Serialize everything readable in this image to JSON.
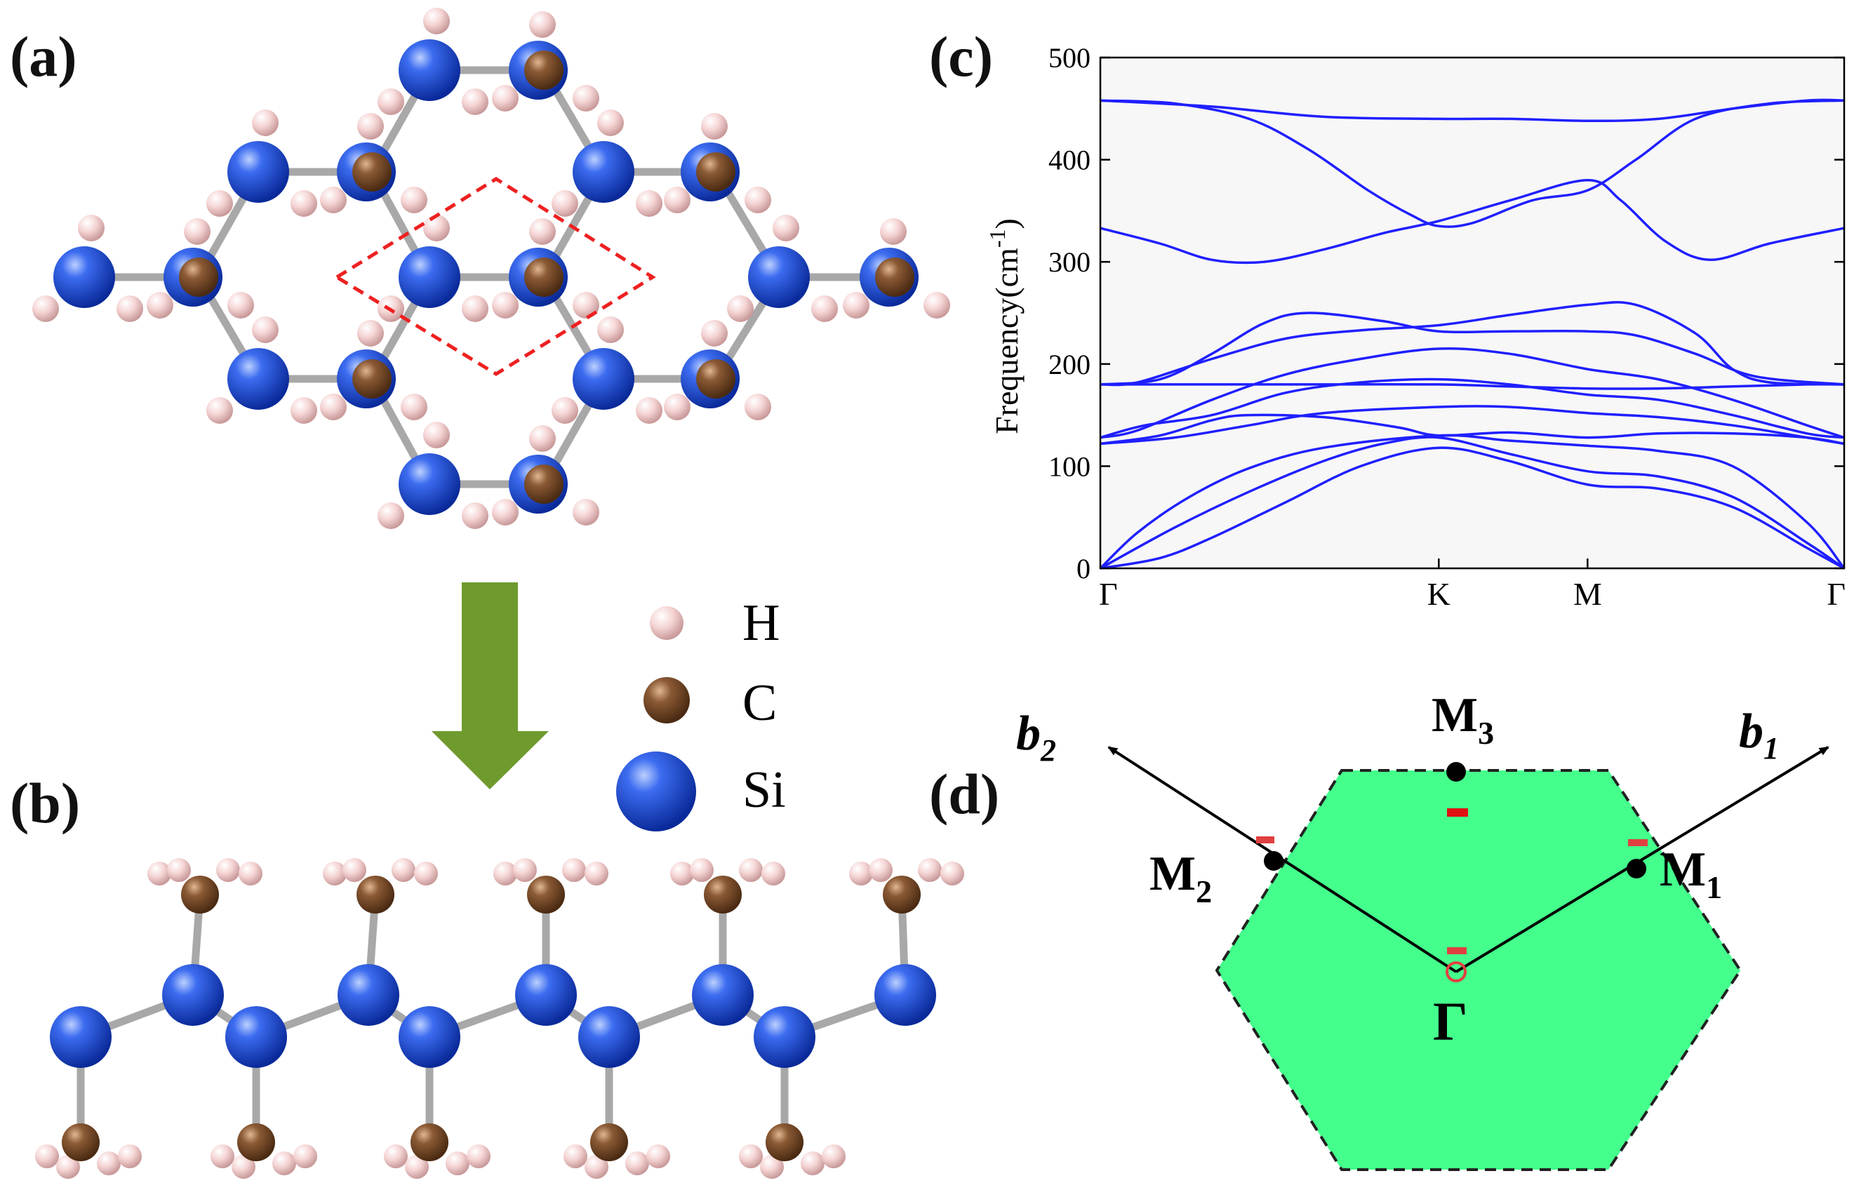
{
  "panels": {
    "a": "(a)",
    "b": "(b)",
    "c": "(c)",
    "d": "(d)"
  },
  "legend": [
    {
      "symbol": "H",
      "color": "#f2c8c8"
    },
    {
      "symbol": "C",
      "color": "#8b5a35"
    },
    {
      "symbol": "Si",
      "color": "#2a54d8"
    }
  ],
  "chart_data": {
    "type": "line",
    "ylabel": "Frequency(cm",
    "ylabel_sup": "-1",
    "ylabel_close": ")",
    "ylim": [
      0,
      500
    ],
    "yticks": [
      "0",
      "100",
      "200",
      "300",
      "400",
      "500"
    ],
    "x_labels": [
      "Γ",
      "K",
      "M",
      "Γ"
    ],
    "x_positions": [
      0,
      0.455,
      0.655,
      1.0
    ],
    "series_color": "#1f1fff",
    "branches": [
      [
        [
          0,
          0
        ],
        [
          0.1,
          40
        ],
        [
          0.2,
          75
        ],
        [
          0.3,
          105
        ],
        [
          0.38,
          122
        ],
        [
          0.455,
          128
        ],
        [
          0.55,
          112
        ],
        [
          0.655,
          95
        ],
        [
          0.75,
          90
        ],
        [
          0.85,
          70
        ],
        [
          0.95,
          25
        ],
        [
          1,
          0
        ]
      ],
      [
        [
          0,
          0
        ],
        [
          0.08,
          10
        ],
        [
          0.15,
          30
        ],
        [
          0.25,
          65
        ],
        [
          0.35,
          100
        ],
        [
          0.455,
          118
        ],
        [
          0.55,
          105
        ],
        [
          0.655,
          82
        ],
        [
          0.75,
          78
        ],
        [
          0.85,
          60
        ],
        [
          0.95,
          20
        ],
        [
          1,
          0
        ]
      ],
      [
        [
          0,
          0
        ],
        [
          0.05,
          35
        ],
        [
          0.12,
          70
        ],
        [
          0.2,
          98
        ],
        [
          0.3,
          118
        ],
        [
          0.455,
          130
        ],
        [
          0.55,
          125
        ],
        [
          0.655,
          120
        ],
        [
          0.75,
          115
        ],
        [
          0.85,
          100
        ],
        [
          0.95,
          45
        ],
        [
          1,
          0
        ]
      ],
      [
        [
          0,
          122
        ],
        [
          0.1,
          128
        ],
        [
          0.2,
          140
        ],
        [
          0.3,
          152
        ],
        [
          0.455,
          158
        ],
        [
          0.55,
          158
        ],
        [
          0.655,
          152
        ],
        [
          0.75,
          148
        ],
        [
          0.85,
          140
        ],
        [
          0.95,
          128
        ],
        [
          1,
          122
        ]
      ],
      [
        [
          0,
          128
        ],
        [
          0.05,
          135
        ],
        [
          0.15,
          165
        ],
        [
          0.25,
          190
        ],
        [
          0.35,
          205
        ],
        [
          0.455,
          215
        ],
        [
          0.55,
          210
        ],
        [
          0.655,
          195
        ],
        [
          0.75,
          185
        ],
        [
          0.85,
          165
        ],
        [
          0.95,
          140
        ],
        [
          1,
          128
        ]
      ],
      [
        [
          0,
          122
        ],
        [
          0.08,
          130
        ],
        [
          0.15,
          145
        ],
        [
          0.2,
          150
        ],
        [
          0.3,
          148
        ],
        [
          0.4,
          138
        ],
        [
          0.455,
          130
        ],
        [
          0.55,
          133
        ],
        [
          0.655,
          128
        ],
        [
          0.75,
          132
        ],
        [
          0.85,
          132
        ],
        [
          0.95,
          128
        ],
        [
          1,
          122
        ]
      ],
      [
        [
          0,
          180
        ],
        [
          0.05,
          182
        ],
        [
          0.15,
          205
        ],
        [
          0.25,
          225
        ],
        [
          0.35,
          233
        ],
        [
          0.455,
          238
        ],
        [
          0.55,
          248
        ],
        [
          0.655,
          258
        ],
        [
          0.72,
          258
        ],
        [
          0.8,
          230
        ],
        [
          0.85,
          195
        ],
        [
          0.9,
          182
        ],
        [
          1,
          180
        ]
      ],
      [
        [
          0,
          180
        ],
        [
          0.08,
          185
        ],
        [
          0.15,
          210
        ],
        [
          0.22,
          240
        ],
        [
          0.28,
          250
        ],
        [
          0.38,
          242
        ],
        [
          0.455,
          232
        ],
        [
          0.55,
          232
        ],
        [
          0.655,
          232
        ],
        [
          0.72,
          228
        ],
        [
          0.8,
          210
        ],
        [
          0.88,
          188
        ],
        [
          1,
          180
        ]
      ],
      [
        [
          0,
          180
        ],
        [
          0.1,
          180
        ],
        [
          0.2,
          180
        ],
        [
          0.3,
          180
        ],
        [
          0.455,
          180
        ],
        [
          0.55,
          178
        ],
        [
          0.655,
          176
        ],
        [
          0.75,
          176
        ],
        [
          0.85,
          178
        ],
        [
          0.95,
          180
        ],
        [
          1,
          180
        ]
      ],
      [
        [
          0,
          128
        ],
        [
          0.06,
          140
        ],
        [
          0.15,
          150
        ],
        [
          0.25,
          172
        ],
        [
          0.35,
          182
        ],
        [
          0.455,
          185
        ],
        [
          0.55,
          180
        ],
        [
          0.655,
          170
        ],
        [
          0.75,
          165
        ],
        [
          0.85,
          150
        ],
        [
          0.95,
          132
        ],
        [
          1,
          128
        ]
      ],
      [
        [
          0,
          333
        ],
        [
          0.08,
          318
        ],
        [
          0.15,
          302
        ],
        [
          0.22,
          300
        ],
        [
          0.3,
          312
        ],
        [
          0.38,
          328
        ],
        [
          0.455,
          340
        ],
        [
          0.55,
          360
        ],
        [
          0.655,
          380
        ],
        [
          0.7,
          360
        ],
        [
          0.76,
          320
        ],
        [
          0.82,
          302
        ],
        [
          0.9,
          318
        ],
        [
          1,
          333
        ]
      ],
      [
        [
          0,
          458
        ],
        [
          0.1,
          455
        ],
        [
          0.2,
          440
        ],
        [
          0.28,
          410
        ],
        [
          0.36,
          370
        ],
        [
          0.42,
          345
        ],
        [
          0.455,
          335
        ],
        [
          0.5,
          338
        ],
        [
          0.58,
          360
        ],
        [
          0.655,
          370
        ],
        [
          0.72,
          400
        ],
        [
          0.8,
          440
        ],
        [
          0.9,
          455
        ],
        [
          1,
          458
        ]
      ],
      [
        [
          0,
          458
        ],
        [
          0.15,
          452
        ],
        [
          0.3,
          442
        ],
        [
          0.455,
          440
        ],
        [
          0.55,
          440
        ],
        [
          0.655,
          438
        ],
        [
          0.75,
          440
        ],
        [
          0.85,
          450
        ],
        [
          0.95,
          458
        ],
        [
          1,
          458
        ]
      ]
    ]
  },
  "bz": {
    "points": [
      "M",
      "M",
      "M",
      "Γ"
    ],
    "point_subs": [
      "3",
      "2",
      "1",
      ""
    ],
    "vectors": [
      "b",
      "b"
    ],
    "vector_subs": [
      "2",
      "1"
    ],
    "fill": "#44ff8c"
  }
}
